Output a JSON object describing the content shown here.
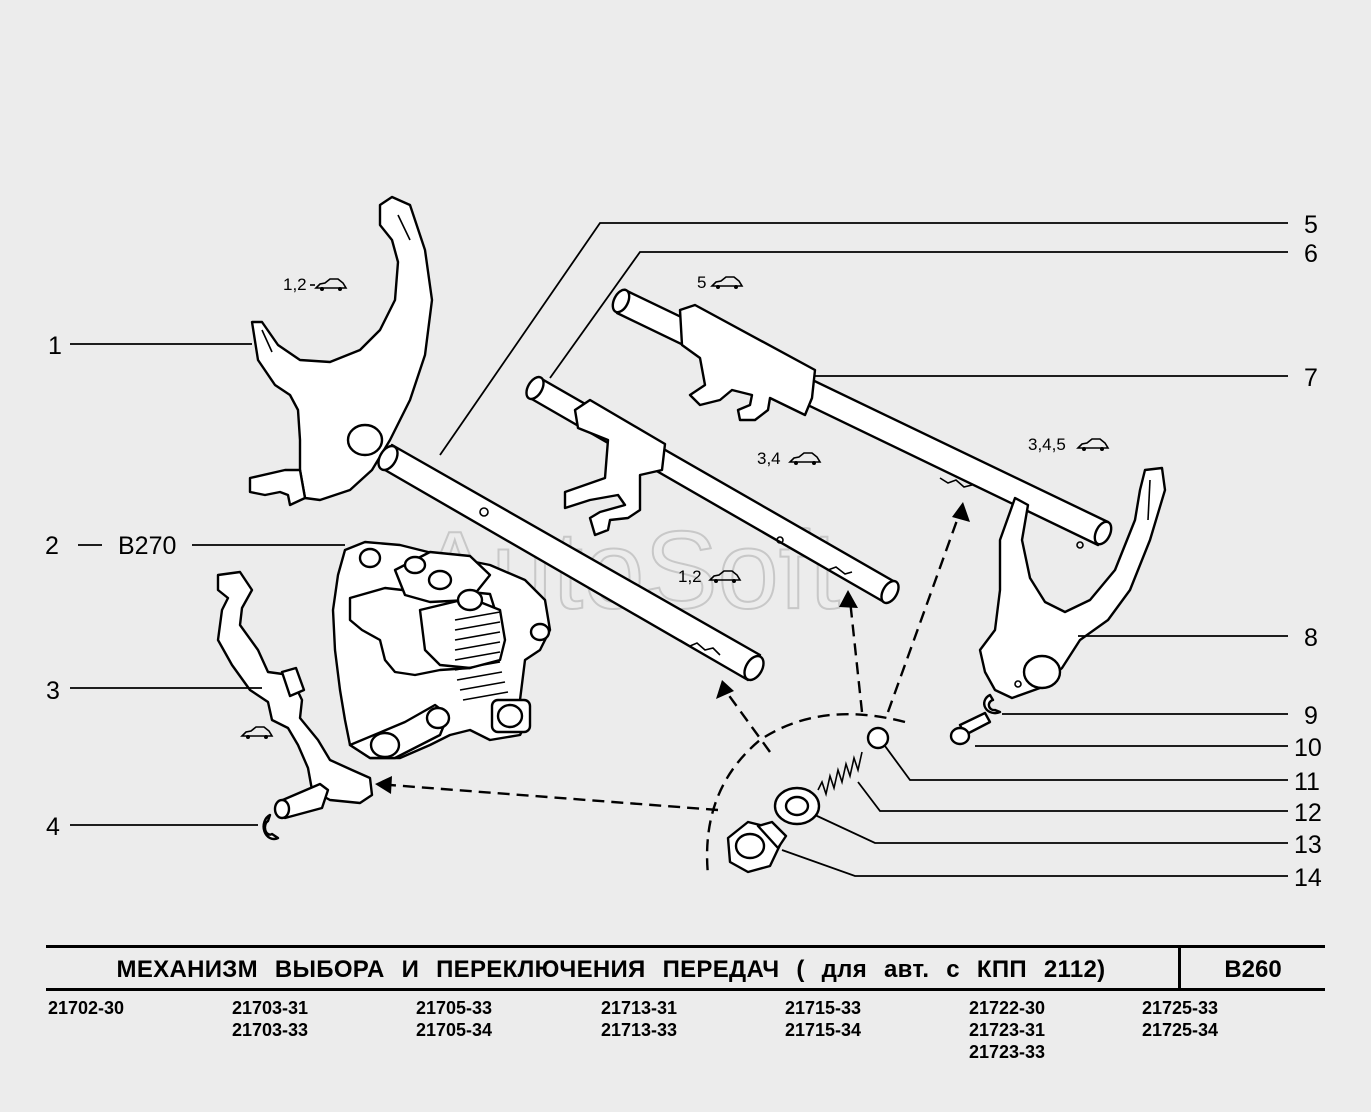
{
  "callouts": [
    "1",
    "2",
    "3",
    "4",
    "5",
    "6",
    "7",
    "8",
    "9",
    "10",
    "11",
    "12",
    "13",
    "14"
  ],
  "ref_b270": "B270",
  "gear_labels": {
    "fork1": "1,2",
    "rod5": "5",
    "rod6": "3,4",
    "rod7": "3,4,5",
    "rod5b": "1,2"
  },
  "watermark": "AutoSoft",
  "title": "МЕХАНИЗМ   ВЫБОРА   И   ПЕРЕКЛЮЧЕНИЯ   ПЕРЕДАЧ   ( для авт. с КПП 2112)",
  "page_code": "B260",
  "models": [
    [
      "21702-30"
    ],
    [
      "21703-31",
      "21703-33"
    ],
    [
      "21705-33",
      "21705-34"
    ],
    [
      "21713-31",
      "21713-33"
    ],
    [
      "21715-33",
      "21715-34"
    ],
    [
      "21722-30",
      "21723-31",
      "21723-33"
    ],
    [
      "21725-33",
      "21725-34"
    ]
  ]
}
